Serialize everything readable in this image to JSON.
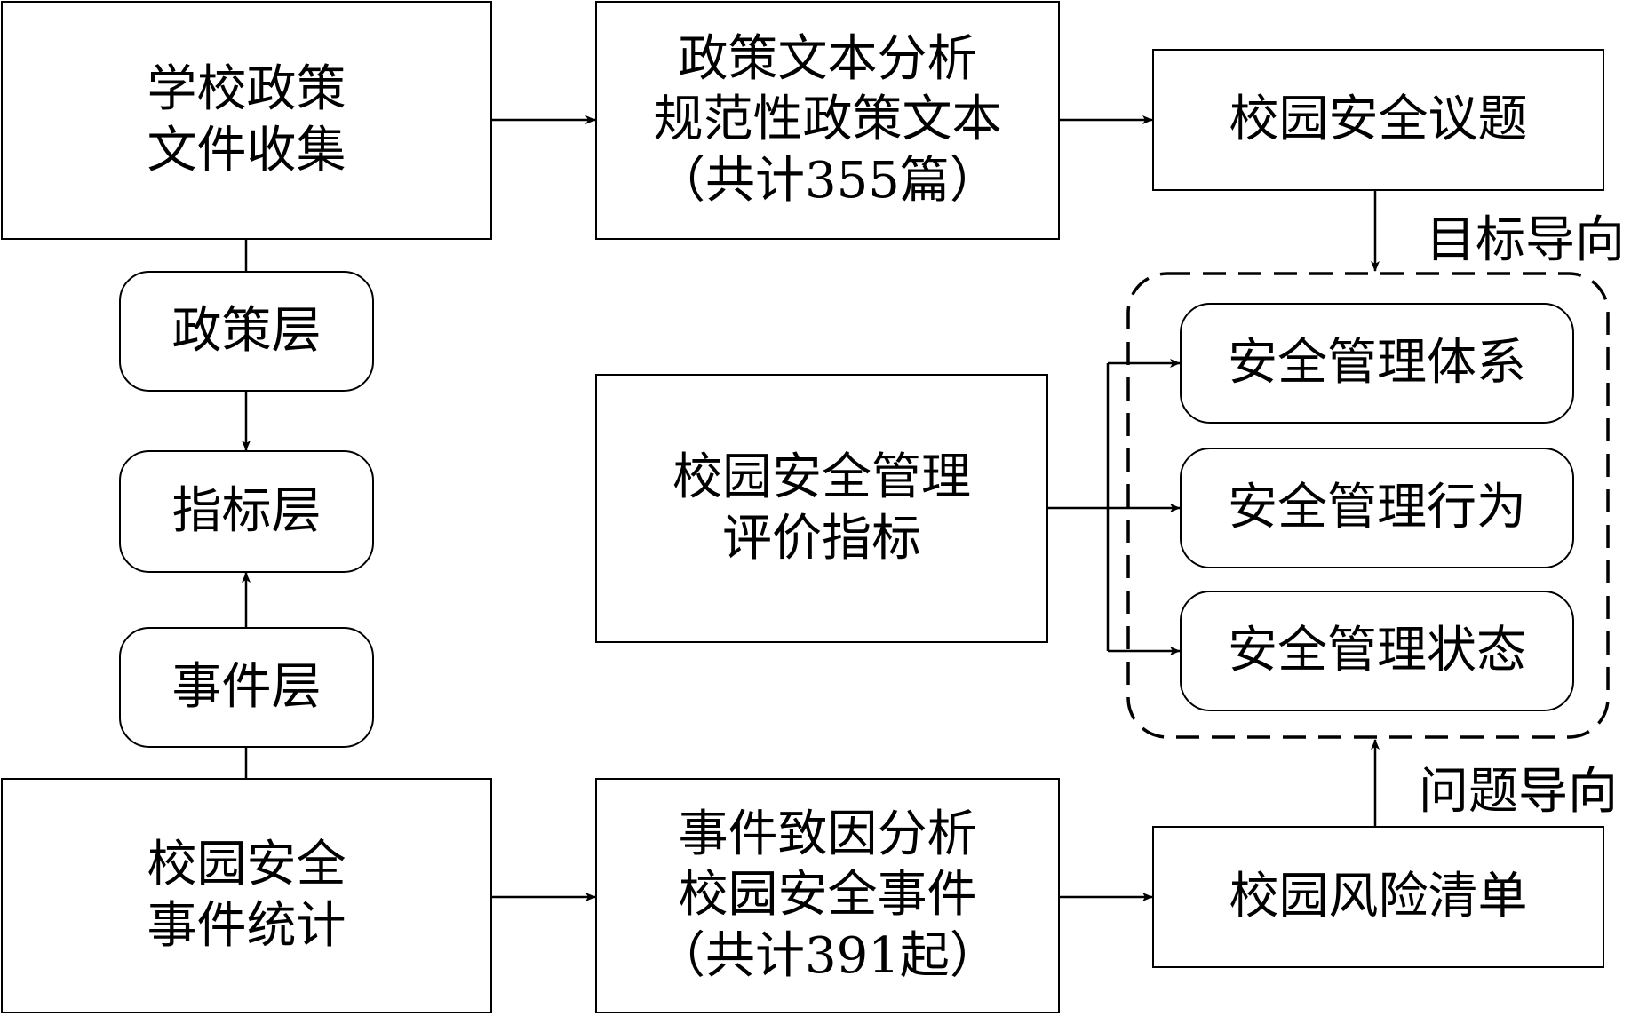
{
  "policy_collection": {
    "line1": "学校政策",
    "line2": "文件收集"
  },
  "policy_analysis": {
    "line1": "政策文本分析",
    "line2": "规范性政策文本",
    "line3": "（共计355篇）"
  },
  "safety_topics": {
    "label": "校园安全议题"
  },
  "goal_oriented": {
    "label": "目标导向"
  },
  "policy_layer": {
    "label": "政策层"
  },
  "indicator_layer": {
    "label": "指标层"
  },
  "event_layer": {
    "label": "事件层"
  },
  "evaluation_index": {
    "line1": "校园安全管理",
    "line2": "评价指标"
  },
  "management_system": {
    "label": "安全管理体系"
  },
  "management_behavior": {
    "label": "安全管理行为"
  },
  "management_state": {
    "label": "安全管理状态"
  },
  "problem_oriented": {
    "label": "问题导向"
  },
  "event_statistics": {
    "line1": "校园安全",
    "line2": "事件统计"
  },
  "causation_analysis": {
    "line1": "事件致因分析",
    "line2": "校园安全事件",
    "line3": "（共计391起）"
  },
  "risk_list": {
    "label": "校园风险清单"
  }
}
